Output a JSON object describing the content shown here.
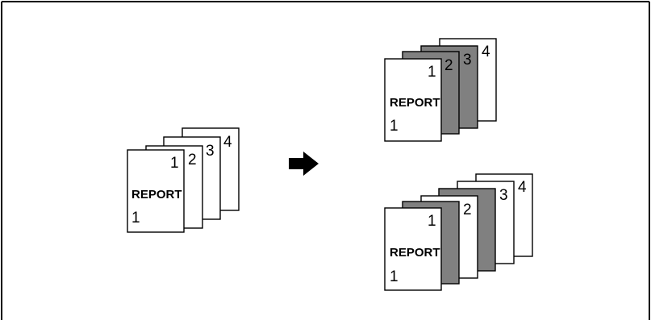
{
  "colors": {
    "page": "#ffffff",
    "insert": "#808080",
    "line": "#000000"
  },
  "original_set": {
    "cover_title": "REPORT",
    "cover_page_label": "1",
    "page_numbers": [
      "1",
      "2",
      "3",
      "4"
    ]
  },
  "arrow": {
    "icon": "right-arrow-icon"
  },
  "output_top": {
    "cover_title": "REPORT",
    "cover_page_label": "1",
    "page_numbers": [
      "1",
      "2",
      "3",
      "4"
    ]
  },
  "output_bottom": {
    "cover_title": "REPORT",
    "cover_page_label": "1",
    "page_numbers": [
      "1",
      "2",
      "3",
      "4"
    ]
  }
}
